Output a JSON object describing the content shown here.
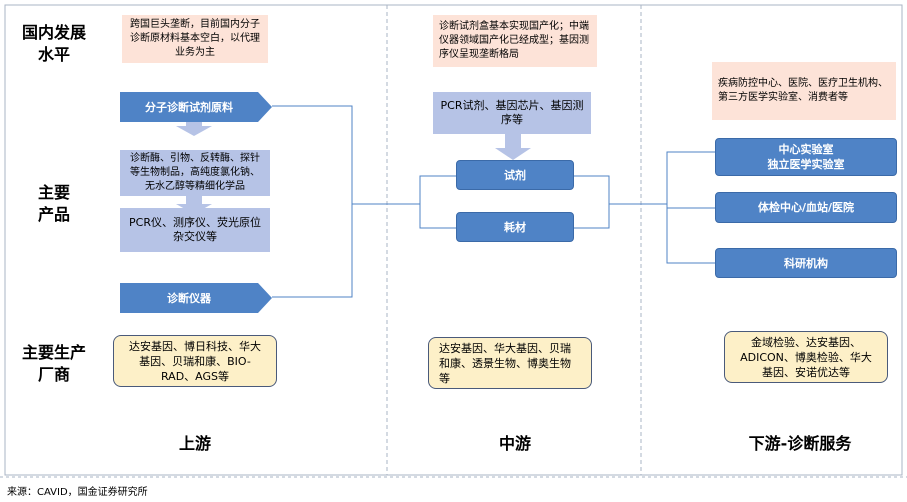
{
  "rows": {
    "development_level": "国内发展\n水平",
    "main_products": "主要\n产品",
    "main_manufacturers": "主要生产\n厂商"
  },
  "columns": {
    "upstream": "上游",
    "midstream": "中游",
    "downstream": "下游-诊断服务"
  },
  "upstream": {
    "level_note": "跨国巨头垄断，目前国内分子诊断原材料基本空白，以代理业务为主",
    "reagent_raw_label": "分子诊断试剂原料",
    "reagent_detail": "诊断酶、引物、反转酶、探针等生物制品，高纯度氯化钠、无水乙醇等精细化学品",
    "instrument_detail": "PCR仪、测序仪、荧光原位杂交仪等",
    "instrument_label": "诊断仪器",
    "manufacturers": "达安基因、博日科技、华大基因、贝瑞和康、BIO-RAD、AGS等"
  },
  "midstream": {
    "level_note": "诊断试剂盒基本实现国产化；中端仪器领域国产化已经成型；基因测序仪呈现垄断格局",
    "product_note": "PCR试剂、基因芯片、基因测序等",
    "reagent_label": "试剂",
    "consumables_label": "耗材",
    "manufacturers": "达安基因、华大基因、贝瑞和康、透景生物、博奥生物等"
  },
  "downstream": {
    "level_note": "疾病防控中心、医院、医疗卫生机构、第三方医学实验室、消费者等",
    "central_lab_label": "中心实验室\n独立医学实验室",
    "physical_exam_label": "体检中心/血站/医院",
    "research_label": "科研机构",
    "manufacturers": "金域检验、达安基因、ADICON、博奥检验、华大基因、安诺优达等"
  },
  "source": "来源：CAVID，国金证券研究所",
  "colors": {
    "note_fill": "#fde3d8",
    "lavender_fill": "#b6c3e6",
    "blue_fill": "#4f83c6",
    "yellow_fill": "#fdf0c8",
    "line": "#4f83c6"
  }
}
